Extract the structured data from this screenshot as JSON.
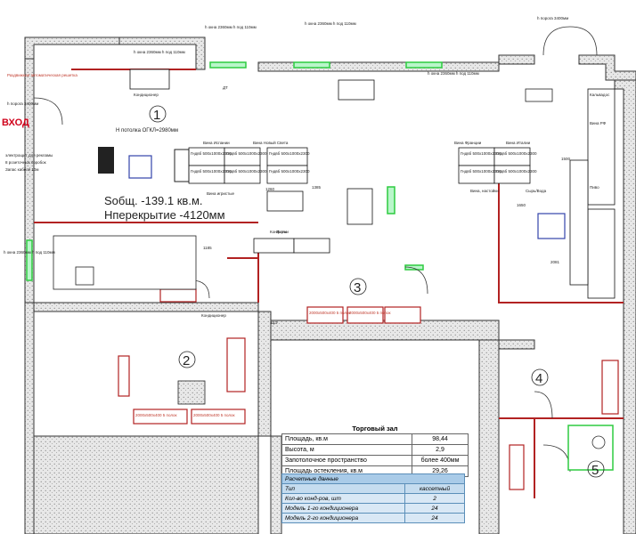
{
  "labels": {
    "entrance": "ВХОД",
    "ceiling": "Н потолка ОГКЛ=2980мм",
    "area_total": "Sобщ. -139.1 кв.м.",
    "overlap_height": "Нперекрытие -4120мм",
    "room_numbers": [
      "1",
      "2",
      "3",
      "4",
      "5"
    ],
    "window_notes": [
      "h окна 2360мм h под 110мм",
      "h окна 2360мм h под 110мм",
      "h окна 2360мм h под 110мм",
      "h порога 3400мм",
      "h окна 2360мм h под 110мм",
      "h окна 2360мм h под 110мм"
    ],
    "left_notes": [
      "Раздвижная автоматическая решетка",
      "h порога 3400мм",
      "электрощит для рекламы",
      "8 розеточных коробок",
      "Запас кабеля 10м"
    ],
    "zone_labels": [
      "Вина Испании",
      "Вина Новый Света",
      "Вина Франции",
      "Вина Италии",
      "Вина игристые",
      "Вина, настойки",
      "Сырь/Вода",
      "Пиво",
      "Вина РФ",
      "Кальвадос",
      "Конфеты"
    ],
    "shelf_units": [
      "Гндвб 500х1000х2300",
      "Гндвб 500х1000х2300",
      "Гндвб 500х1000х2300",
      "Гндвб 500х1000х2300",
      "Гндвб 500х1000х2300",
      "Гндвб 500х1000х2300",
      "Гндвб 500х1000х2300",
      "Гндвб 500х1000х2300",
      "Гндвб 500х1000х2300",
      "Гндвб 500х1000х2300"
    ],
    "storage_units": [
      "2000х500х400 5 полок",
      "2000х500х400 5 полок",
      "2000х500х400 5 полок",
      "2000х500х400 5 полок"
    ],
    "dims": [
      "1185",
      "1385",
      "1260",
      "1500",
      "1650",
      "2081"
    ],
    "equipment": [
      "Кондиционер",
      "Кондиционер",
      "ЩЭ",
      "ДТ",
      "Ящики"
    ]
  },
  "summary": {
    "title": "Торговый зал",
    "rows": [
      {
        "label": "Площадь, кв.м",
        "value": "98,44"
      },
      {
        "label": "Высота, м",
        "value": "2,9"
      },
      {
        "label": "Запотолочное пространство",
        "value": "более 400мм"
      },
      {
        "label": "Площадь остекления, кв.м",
        "value": "29,26"
      }
    ]
  },
  "calc": {
    "title": "Расчетные данные",
    "header": {
      "label": "Тип",
      "value": "кассетный"
    },
    "rows": [
      {
        "label": "Кол-во конд-ров, шт",
        "value": "2"
      },
      {
        "label": "Модель 1-го кондиционера",
        "value": "24"
      },
      {
        "label": "Модель 2-го кондиционера",
        "value": "24"
      }
    ]
  },
  "colors": {
    "wall_outline": "#333333",
    "accent_red": "#c0392b",
    "accent_green": "#2ecc40",
    "table_blue": "#a9cbe8"
  }
}
